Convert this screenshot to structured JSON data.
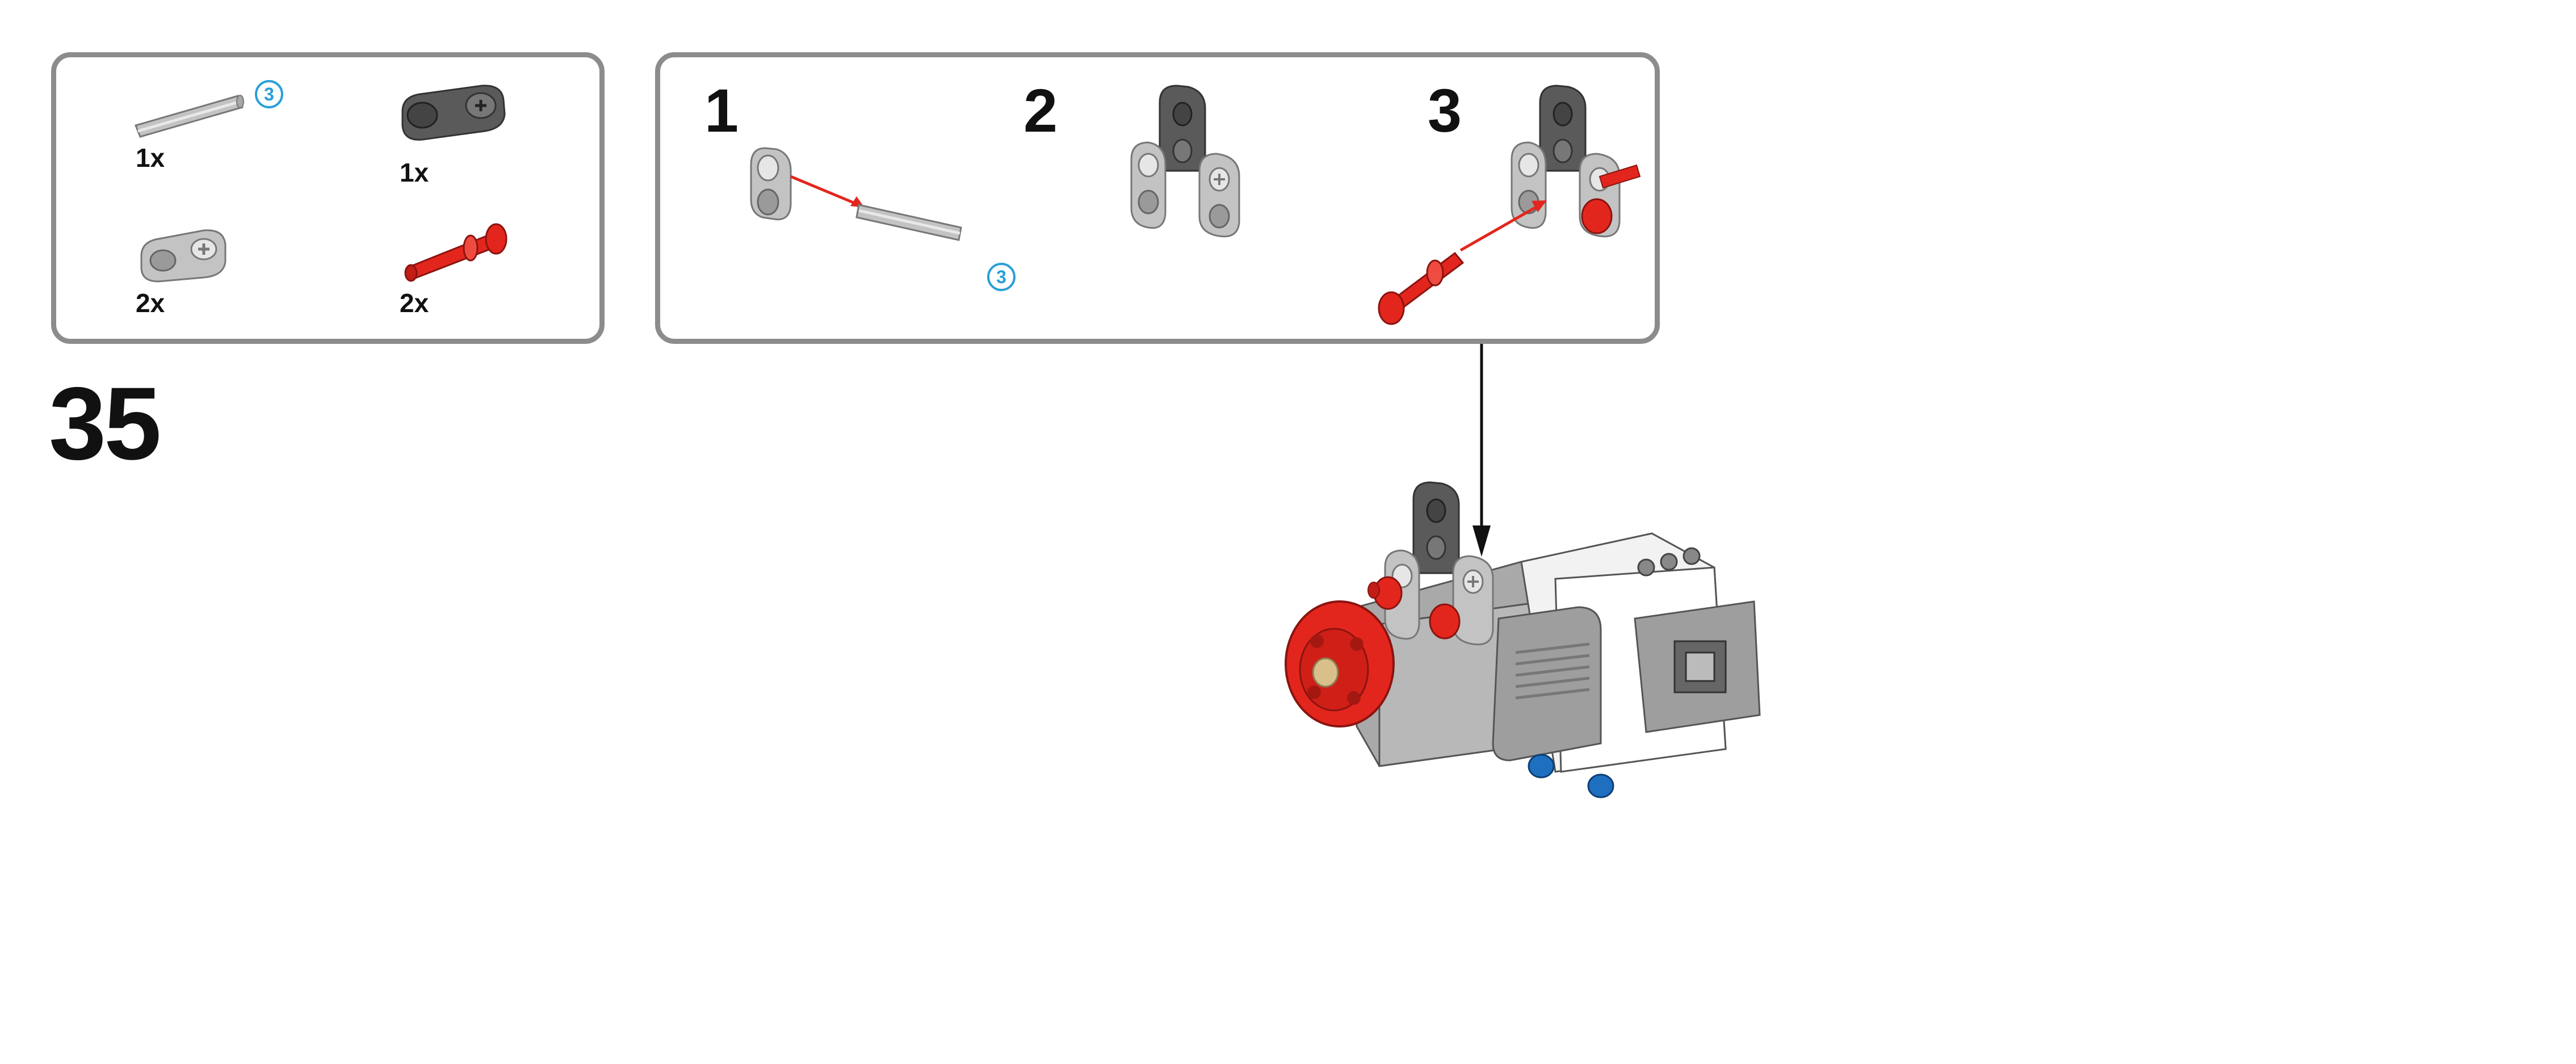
{
  "step": {
    "number": "35"
  },
  "parts_list": {
    "items": [
      {
        "name": "axle",
        "quantity": "1x",
        "length_badge": "3",
        "color": "#b9b9b9"
      },
      {
        "name": "axle-pin-connector-perpendicular",
        "quantity": "1x",
        "color": "#5a5a5a"
      },
      {
        "name": "cross-block",
        "quantity": "2x",
        "color": "#b9b9b9"
      },
      {
        "name": "pin-with-axle",
        "quantity": "2x",
        "color": "#e3261d"
      }
    ]
  },
  "sub_assembly": {
    "steps": [
      {
        "number": "1",
        "length_badge": "3"
      },
      {
        "number": "2"
      },
      {
        "number": "3"
      }
    ]
  },
  "colors": {
    "panel_border": "#8c8c8c",
    "arrow_red": "#e3261d",
    "badge_blue": "#2a9fd6",
    "part_light_gray": "#b9b9b9",
    "part_dark_gray": "#5a5a5a",
    "part_red": "#e3261d",
    "part_blue": "#1f6fc1",
    "motor_white": "#f2f2f2"
  }
}
